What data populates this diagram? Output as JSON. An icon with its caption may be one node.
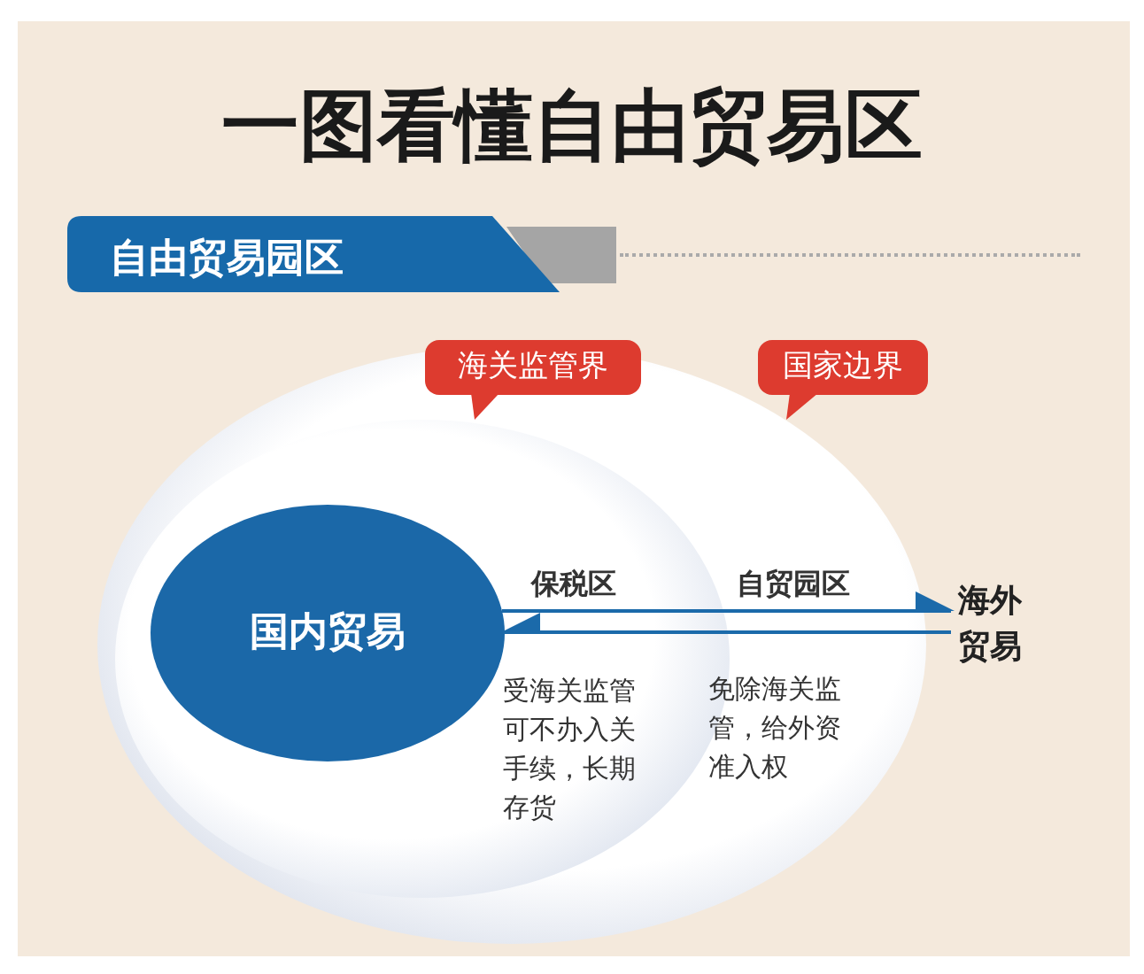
{
  "diagram": {
    "title": "一图看懂自由贸易区",
    "nodes": [
      {
        "text": [
          "自贸园区",
          "免除海关监管，给外资准入权"
        ]
      },
      {
        "text": [
          "保税区",
          "受海关监管可不办入关手续，长期存货"
        ],
        "in": 0
      },
      {
        "text": [
          "国内贸易"
        ],
        "in": 1
      },
      {
        "text": [
          "海外贸易"
        ]
      },
      {
        "text": [
          "海关监管界"
        ]
      },
      {
        "text": [
          "国家边界"
        ]
      }
    ],
    "edges": [
      {
        "from": 2,
        "to": 3,
        "arrow": "to"
      },
      {
        "from": 3,
        "to": 2,
        "arrow": "to"
      }
    ],
    "labels": [
      "自由贸易园区"
    ]
  }
}
